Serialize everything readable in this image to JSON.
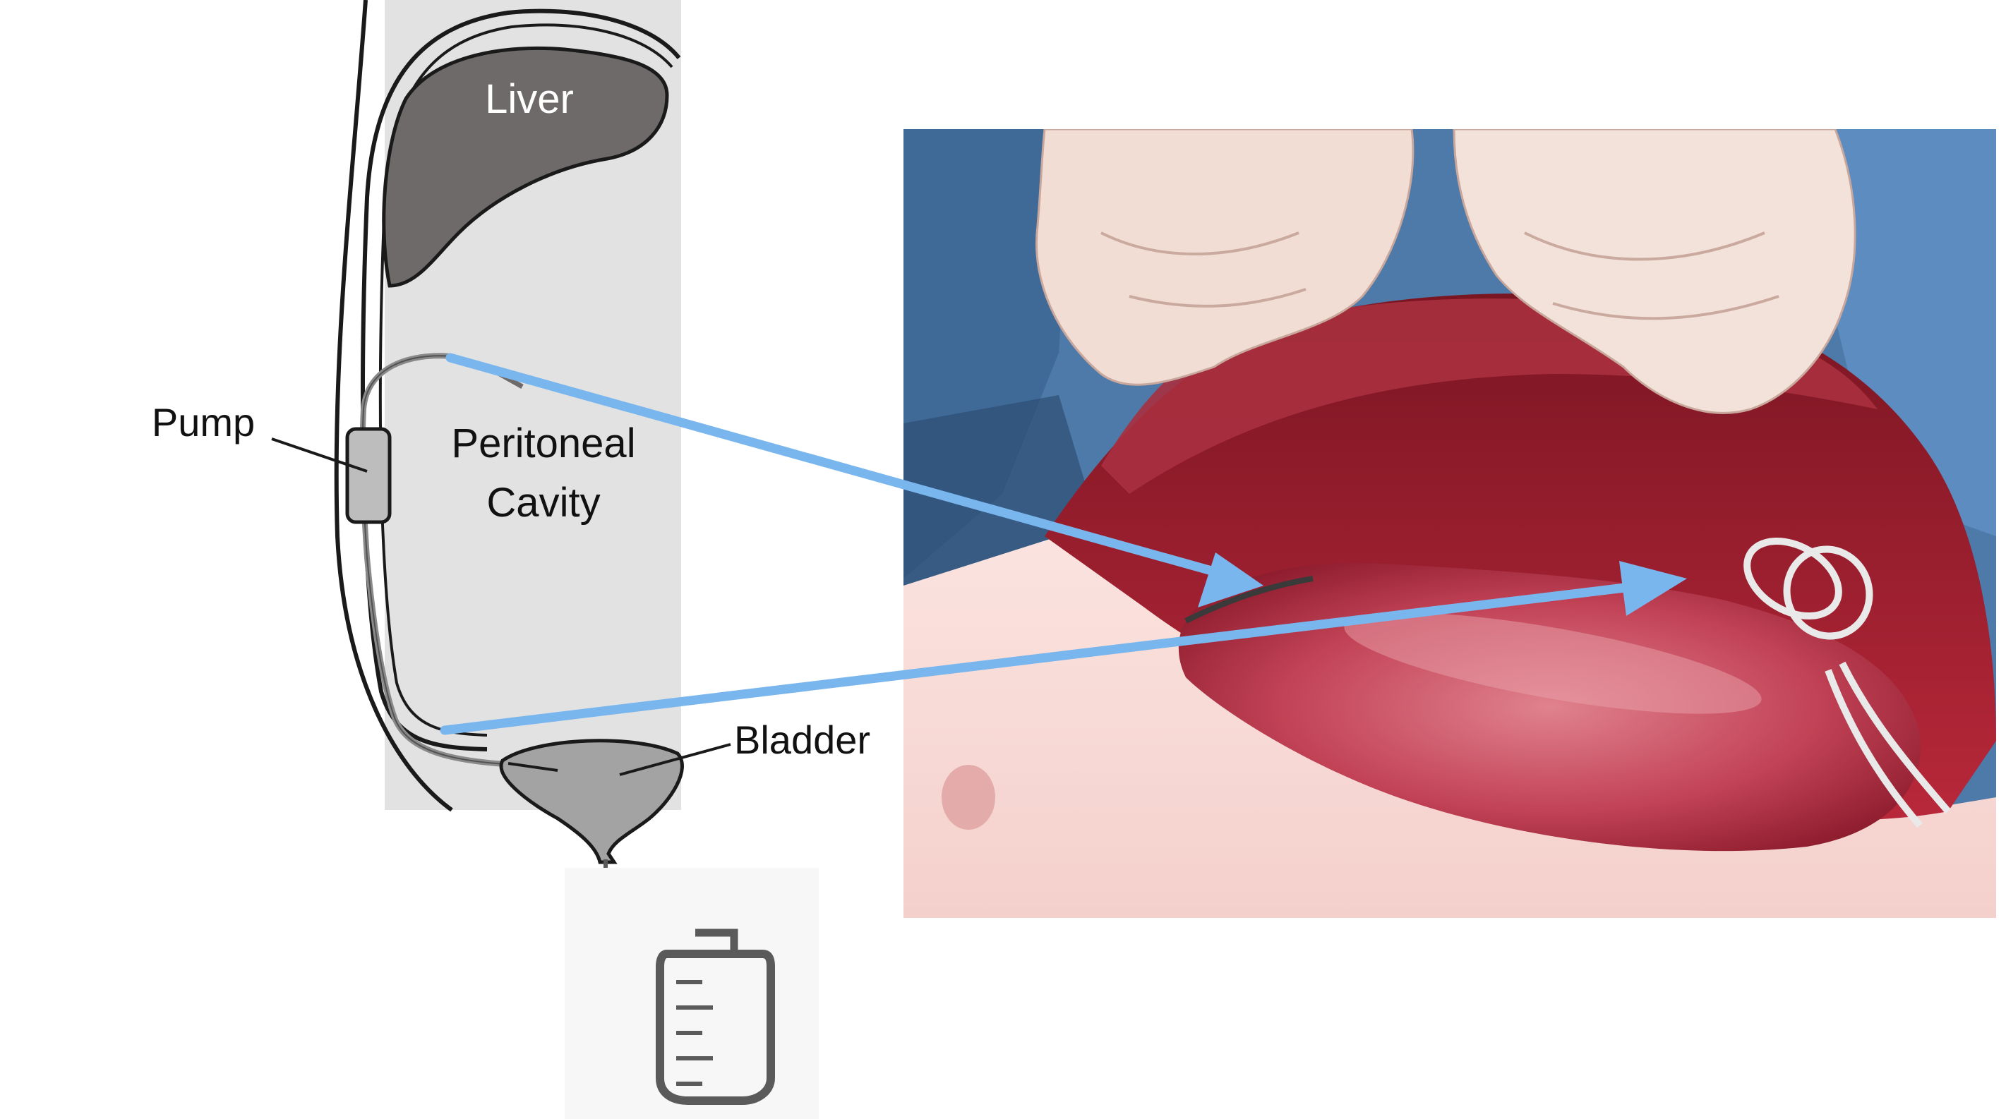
{
  "labels": {
    "liver": "Liver",
    "pump": "Pump",
    "peritoneal_line1": "Peritoneal",
    "peritoneal_line2": "Cavity",
    "bladder": "Bladder"
  },
  "colors": {
    "arrow": "#7ab6ee",
    "organ_fill": "#6e6a6a",
    "cavity_bg": "#e2e2e2",
    "outline": "#1a1a1a",
    "bladder_fill": "#a3a3a3",
    "tube": "#8a8a8a",
    "bag": "#5a5a5a",
    "tissue_red": "#b8283a",
    "drape_blue": "#4d7aa8"
  },
  "icons": {
    "drainage_bag": "collection-bag-icon",
    "surgical_photo": "surgical-photo"
  }
}
